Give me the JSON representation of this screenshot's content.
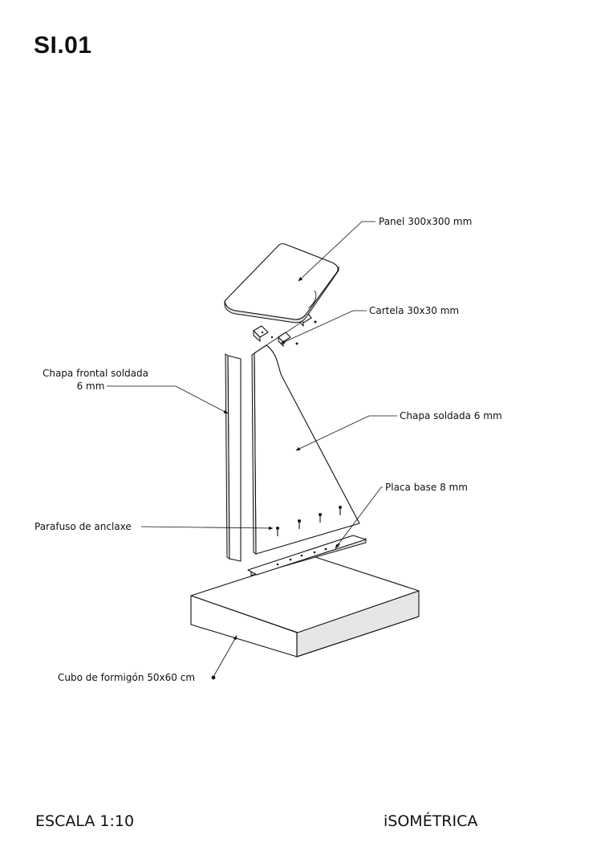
{
  "sheet": {
    "code": "SI.01"
  },
  "labels": {
    "panel": "Panel 300x300 mm",
    "cartela": "Cartela 30x30 mm",
    "chapa_frontal_line1": "Chapa frontal soldada",
    "chapa_frontal_line2": "6 mm",
    "chapa_soldada": "Chapa soldada 6 mm",
    "placa_base": "Placa base 8 mm",
    "parafuso": "Parafuso de anclaxe",
    "cubo": "Cubo de formigón 50x60 cm"
  },
  "footer": {
    "scale": "ESCALA 1:10",
    "view": "iSOMÉTRICA"
  }
}
